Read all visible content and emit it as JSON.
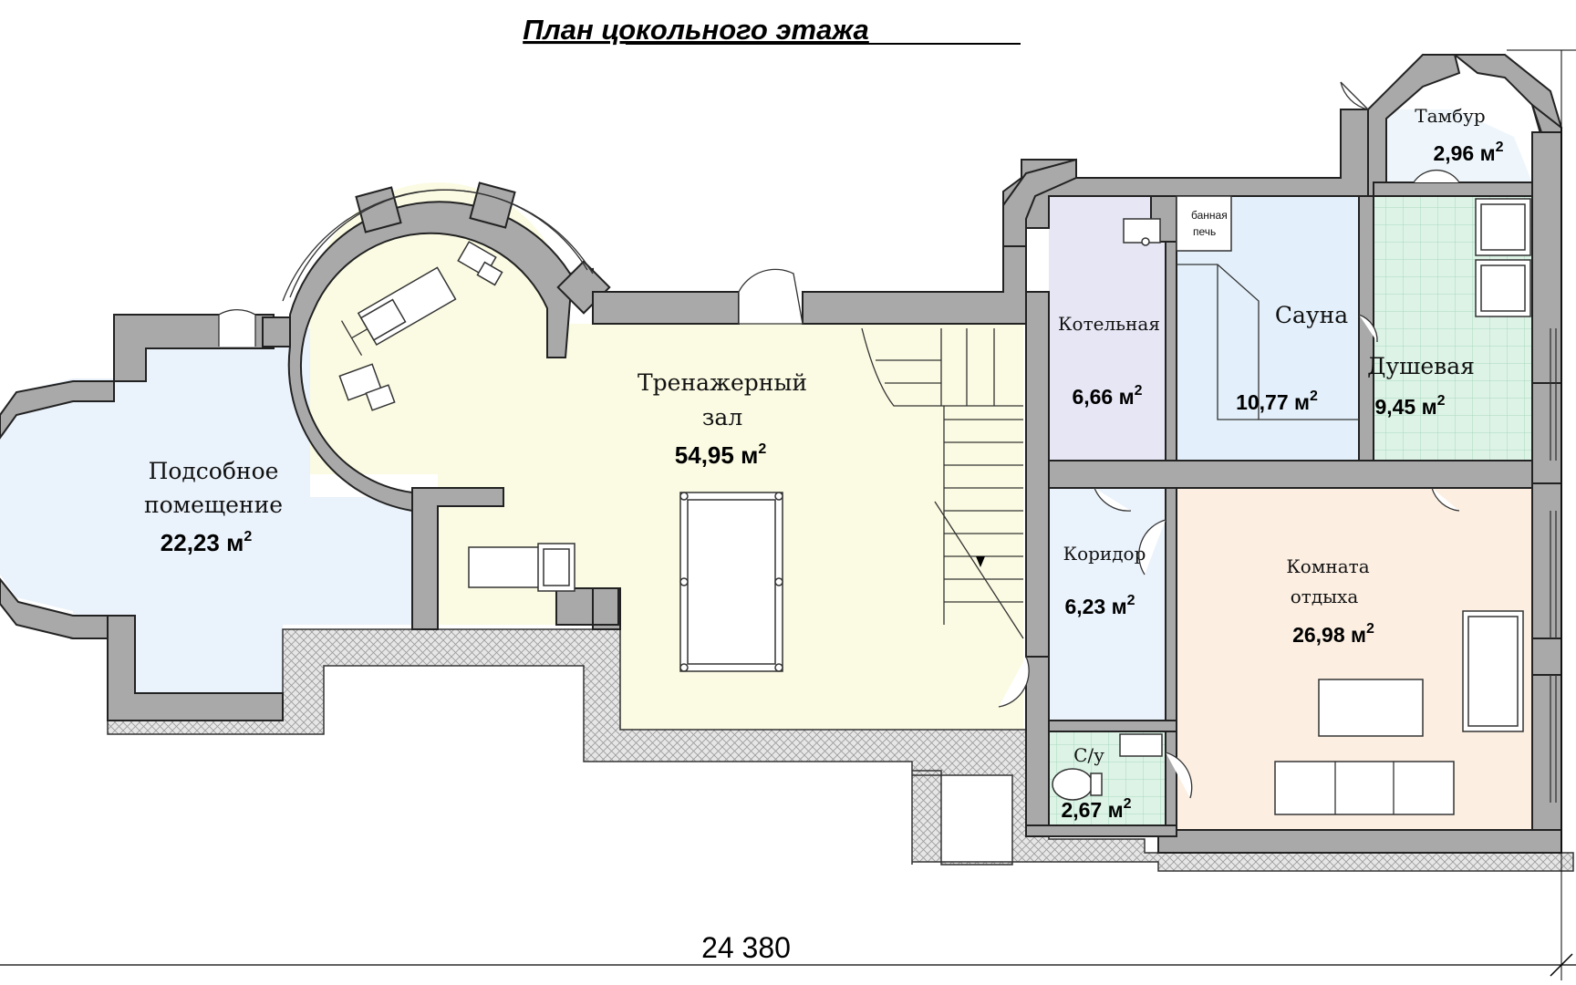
{
  "title": "План цокольного этажа",
  "dimension": "24 380",
  "rooms": {
    "podsob": {
      "name1": "Подсобное",
      "name2": "помещение",
      "area": "22,23 м",
      "color": "#eaf2fb"
    },
    "gym": {
      "name1": "Тренажерный",
      "name2": "зал",
      "area": "54,95 м",
      "color": "#fbfbe3"
    },
    "boiler": {
      "name": "Котельная",
      "area": "6,66 м",
      "color": "#e6e6f5"
    },
    "sauna": {
      "name": "Сауна",
      "area": "10,77 м",
      "color": "#e3f0fb"
    },
    "shower": {
      "name": "Душевая",
      "area": "9,45 м",
      "color": "#dcf3e6"
    },
    "tambur": {
      "name": "Тамбур",
      "area": "2,96 м",
      "color": "#eef6fc"
    },
    "corridor": {
      "name": "Коридор",
      "area": "6,23 м",
      "color": "#eaf2fb"
    },
    "rest": {
      "name1": "Комната",
      "name2": "отдыха",
      "area": "26,98 м",
      "color": "#fcefe2"
    },
    "wc": {
      "name": "С/у",
      "area": "2,67 м",
      "color": "#dcf3e6"
    }
  },
  "labels": {
    "stove1": "банная",
    "stove2": "печь",
    "sup": "2"
  }
}
